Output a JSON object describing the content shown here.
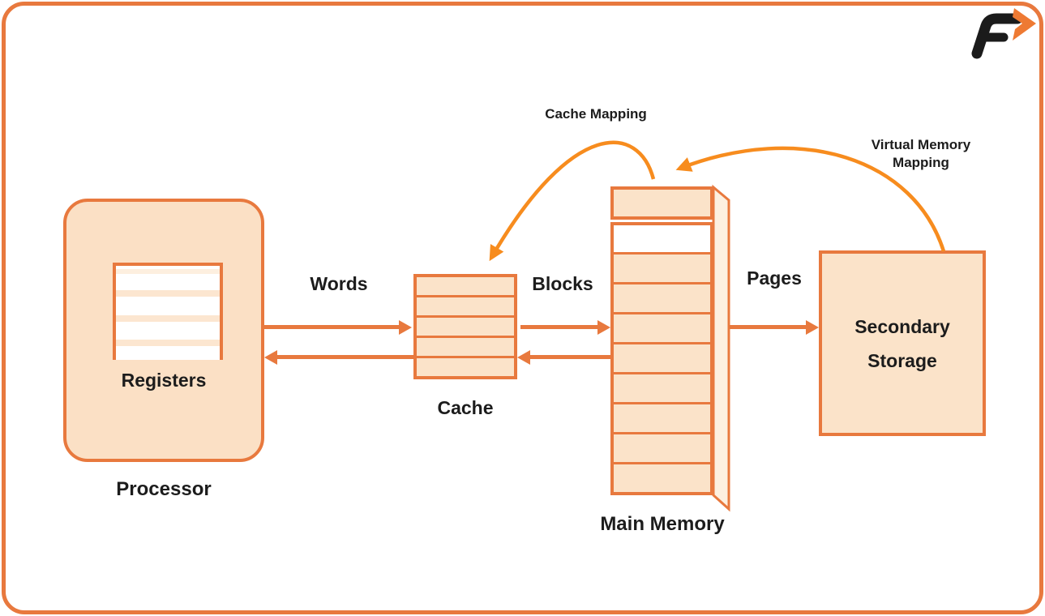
{
  "meta": {
    "title": "Memory Hierarchy Diagram",
    "colors": {
      "accent_orange": "#e8793e",
      "bright_orange": "#f78c1e",
      "box_fill": "#fbe3c9",
      "side_panel_fill": "#fdf0e0",
      "stripe_fill": "#fce6d0",
      "text": "#1c1c1c",
      "background": "#ffffff"
    }
  },
  "logo": {
    "letter": "F",
    "arrow_icon": "chevron-right"
  },
  "nodes": {
    "processor": {
      "label": "Processor",
      "inner_label": "Registers"
    },
    "cache": {
      "label": "Cache",
      "rows": 5
    },
    "main_memory": {
      "label": "Main Memory",
      "header_rows": 1,
      "empty_rows": 1,
      "rows": 8
    },
    "secondary_storage": {
      "label": "Secondary Storage"
    }
  },
  "edges": {
    "words": {
      "label": "Words",
      "between": "Processor and Cache",
      "bidirectional": true
    },
    "blocks": {
      "label": "Blocks",
      "between": "Cache and Main Memory",
      "bidirectional": true
    },
    "pages": {
      "label": "Pages",
      "between": "Main Memory and Secondary Storage",
      "bidirectional": false
    },
    "cache_mapping": {
      "label": "Cache Mapping",
      "from": "Main Memory",
      "to": "Cache"
    },
    "virtual_memory_mapping": {
      "label": "Virtual Memory Mapping",
      "from": "Secondary Storage",
      "to": "Main Memory"
    }
  }
}
